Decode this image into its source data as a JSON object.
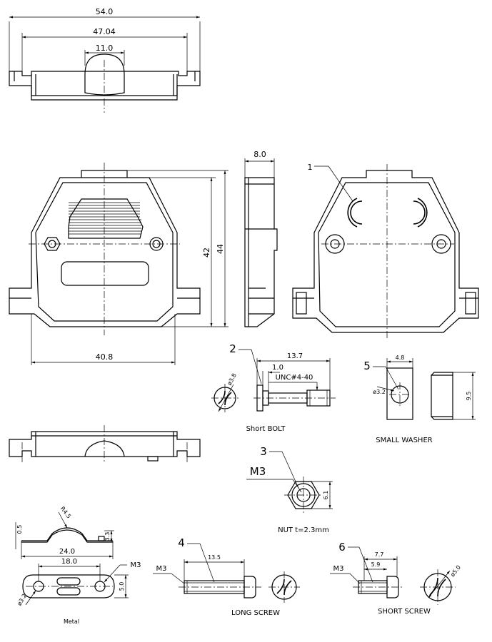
{
  "dimensions": {
    "top_overall": "54.0",
    "top_inner": "47.04",
    "top_cutout": "11.0",
    "side_depth": "8.0",
    "front_height_inner": "42",
    "front_height_outer": "44",
    "front_base_width": "40.8",
    "bolt_length": "13.7",
    "bolt_head": "1.0",
    "bolt_thread": "UNC#4-40",
    "bolt_dia": "ø3.8",
    "washer_width": "4.8",
    "washer_hole": "ø3.2",
    "washer_height": "9.5",
    "nut_size": "6.1",
    "metal_thick": "0.5",
    "metal_radius": "R4.5",
    "metal_height": "3.3",
    "metal_length": "24.0",
    "metal_pitch": "18.0",
    "metal_width": "5.0",
    "metal_hole": "ø3.2",
    "metal_thread": "M3",
    "long_screw_len": "13.5",
    "long_screw_thread": "M3",
    "short_screw_len": "7.7",
    "short_screw_thread_len": "5.9",
    "short_screw_thread": "M3",
    "short_screw_head": "ø5.0"
  },
  "parts": {
    "p1": "1",
    "p2": "2",
    "p3": "3",
    "p4": "4",
    "p5": "5",
    "p6": "6"
  },
  "labels": {
    "short_bolt": "Short BOLT",
    "small_washer": "SMALL WASHER",
    "nut": "NUT  t=2.3mm",
    "nut_thread": "M3",
    "metal": "Metal",
    "long_screw": "LONG SCREW",
    "short_screw": "SHORT SCREW"
  }
}
